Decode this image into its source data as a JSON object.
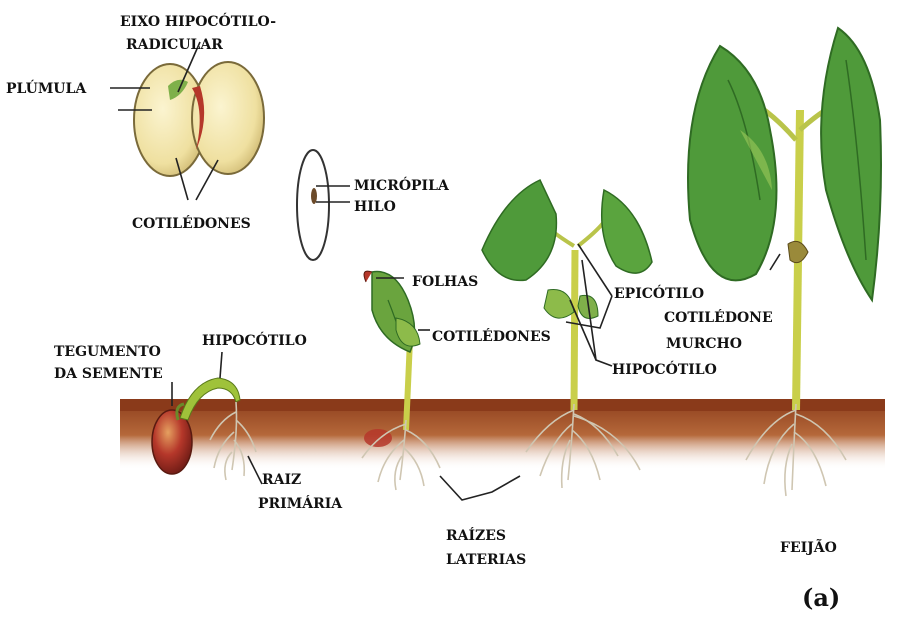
{
  "diagram": {
    "title": "",
    "labels": {
      "eixo_hipocotilo_radicular_1": "EIXO HIPOCÓTILO-",
      "eixo_hipocotilo_radicular_2": "RADICULAR",
      "plumula": "PLÚMULA",
      "cotiledones_seed": "COTILÉDONES",
      "micropila": "MICRÓPILA",
      "hilo": "HILO",
      "folhas": "FOLHAS",
      "epicotilo": "EPICÓTILO",
      "cotiledones_stage": "COTILÉDONES",
      "cotiledone_murcho_1": "COTILÉDONE",
      "cotiledone_murcho_2": "MURCHO",
      "hipocotilo_right": "HIPOCÓTILO",
      "tegumento_1": "TEGUMENTO",
      "tegumento_2": "DA SEMENTE",
      "hipocotilo_left": "HIPOCÓTILO",
      "raiz_primaria_1": "RAIZ",
      "raiz_primaria_2": "PRIMÁRIA",
      "raizes_laterais_1": "RAÍZES",
      "raizes_laterais_2": "LATERIAS",
      "feijao": "FEIJÃO"
    },
    "panel_label": "(a)",
    "colors": {
      "soil": "#a5532a",
      "soil_dark": "#6e3015",
      "leaf": "#4f9a3a",
      "leaf_dark": "#2f6b23",
      "leaf_light": "#9cc95a",
      "stem": "#c9cf4a",
      "seed_cream": "#f3e7b0",
      "seed_red": "#b5372a",
      "root": "#d8d0c0",
      "line": "#222222"
    }
  }
}
